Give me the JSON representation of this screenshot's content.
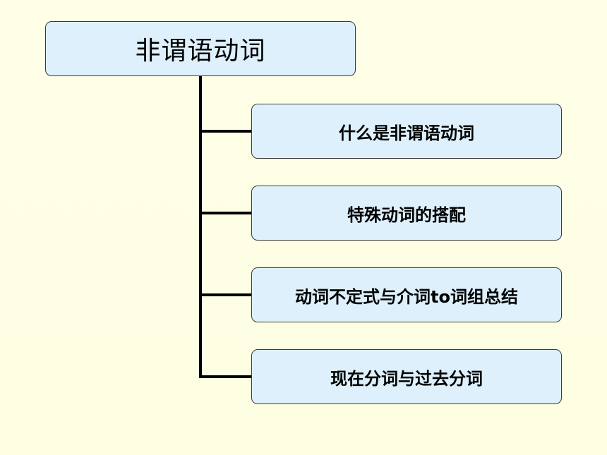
{
  "root": {
    "label": "非谓语动词"
  },
  "topics": [
    {
      "label": "什么是非谓语动词"
    },
    {
      "label": "特殊动词的搭配"
    },
    {
      "label": "动词不定式与介词to词组总结"
    },
    {
      "label": "现在分词与过去分词"
    }
  ],
  "colors": {
    "background": "#ffffe6",
    "box_fill": "#ddf0fb",
    "connector": "#000000"
  }
}
